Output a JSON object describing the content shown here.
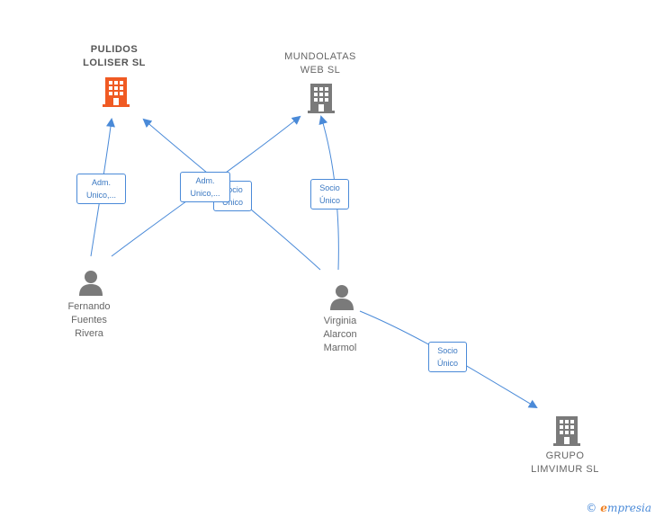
{
  "colors": {
    "edge": "#4a8ad8",
    "highlight_company": "#f05a23",
    "company": "#7a7a7a",
    "person": "#7a7a7a"
  },
  "companies": [
    {
      "id": "pulidos",
      "name": "PULIDOS\nLOLISER SL",
      "highlight": true,
      "icon": "building-icon"
    },
    {
      "id": "mundolatas",
      "name": "MUNDOLATAS\nWEB SL",
      "highlight": false,
      "icon": "building-icon"
    },
    {
      "id": "grupo",
      "name": "GRUPO\nLIMVIMUR SL",
      "highlight": false,
      "icon": "building-icon"
    }
  ],
  "people": [
    {
      "id": "fernando",
      "name": "Fernando\nFuentes\nRivera",
      "icon": "person-icon"
    },
    {
      "id": "virginia",
      "name": "Virginia\nAlarcon\nMarmol",
      "icon": "person-icon"
    }
  ],
  "relations": [
    {
      "id": "fernando-pulidos",
      "label": "Adm.\nUnico,..."
    },
    {
      "id": "fernando-mundolatas",
      "label": "Adm.\nUnico,..."
    },
    {
      "id": "virginia-pulidos",
      "label": "Socio\nÚnico"
    },
    {
      "id": "virginia-mundolatas",
      "label": "Socio\nÚnico"
    },
    {
      "id": "virginia-grupo",
      "label": "Socio\nÚnico"
    }
  ],
  "brand": {
    "copyright": "©",
    "e": "e",
    "rest": "mpresia"
  }
}
